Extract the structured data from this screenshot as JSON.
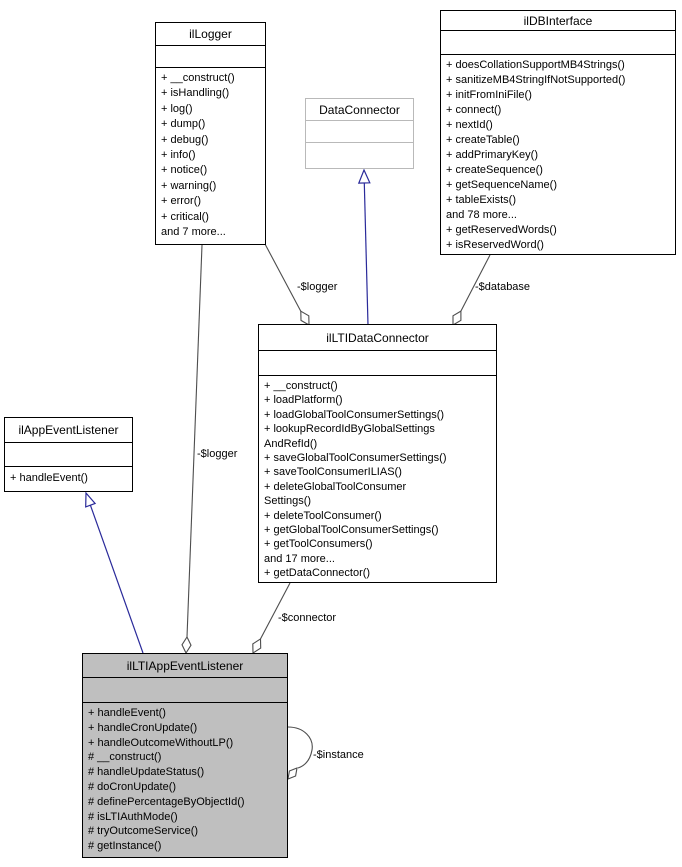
{
  "diagram": {
    "classes": {
      "ilLogger": {
        "name": "ilLogger",
        "methods": [
          "+ __construct()",
          "+ isHandling()",
          "+ log()",
          "+ dump()",
          "+ debug()",
          "+ info()",
          "+ notice()",
          "+ warning()",
          "+ error()",
          "+ critical()",
          "and 7 more..."
        ]
      },
      "DataConnector": {
        "name": "DataConnector",
        "methods": []
      },
      "ilDBInterface": {
        "name": "ilDBInterface",
        "methods": [
          "+ doesCollationSupportMB4Strings()",
          "+ sanitizeMB4StringIfNotSupported()",
          "+ initFromIniFile()",
          "+ connect()",
          "+ nextId()",
          "+ createTable()",
          "+ addPrimaryKey()",
          "+ createSequence()",
          "+ getSequenceName()",
          "+ tableExists()",
          "and 78 more...",
          "+ getReservedWords()",
          "+ isReservedWord()"
        ]
      },
      "ilLTIDataConnector": {
        "name": "ilLTIDataConnector",
        "methods": [
          "+ __construct()",
          "+ loadPlatform()",
          "+ loadGlobalToolConsumerSettings()",
          "+ lookupRecordIdByGlobalSettings",
          "AndRefId()",
          "+ saveGlobalToolConsumerSettings()",
          "+ saveToolConsumerILIAS()",
          "+ deleteGlobalToolConsumer",
          "Settings()",
          "+ deleteToolConsumer()",
          "+ getGlobalToolConsumerSettings()",
          "+ getToolConsumers()",
          "and 17 more...",
          "+ getDataConnector()"
        ]
      },
      "ilAppEventListener": {
        "name": "ilAppEventListener",
        "methods": [
          "+ handleEvent()"
        ]
      },
      "ilLTIAppEventListener": {
        "name": "ilLTIAppEventListener",
        "methods": [
          "+ handleEvent()",
          "+ handleCronUpdate()",
          "+ handleOutcomeWithoutLP()",
          "# __construct()",
          "# handleUpdateStatus()",
          "# doCronUpdate()",
          "# definePercentageByObjectId()",
          "# isLTIAuthMode()",
          "# tryOutcomeService()",
          "# getInstance()"
        ]
      }
    },
    "edge_labels": {
      "logger_main": "-$logger",
      "logger_data": "-$logger",
      "database": "-$database",
      "connector": "-$connector",
      "instance": "-$instance"
    },
    "colors": {
      "inheritance": "#2a2a9a",
      "aggregation": "#4d4d4d",
      "selected_fill": "#bfbfbf",
      "gray_node_border": "#b9b9b9"
    }
  }
}
